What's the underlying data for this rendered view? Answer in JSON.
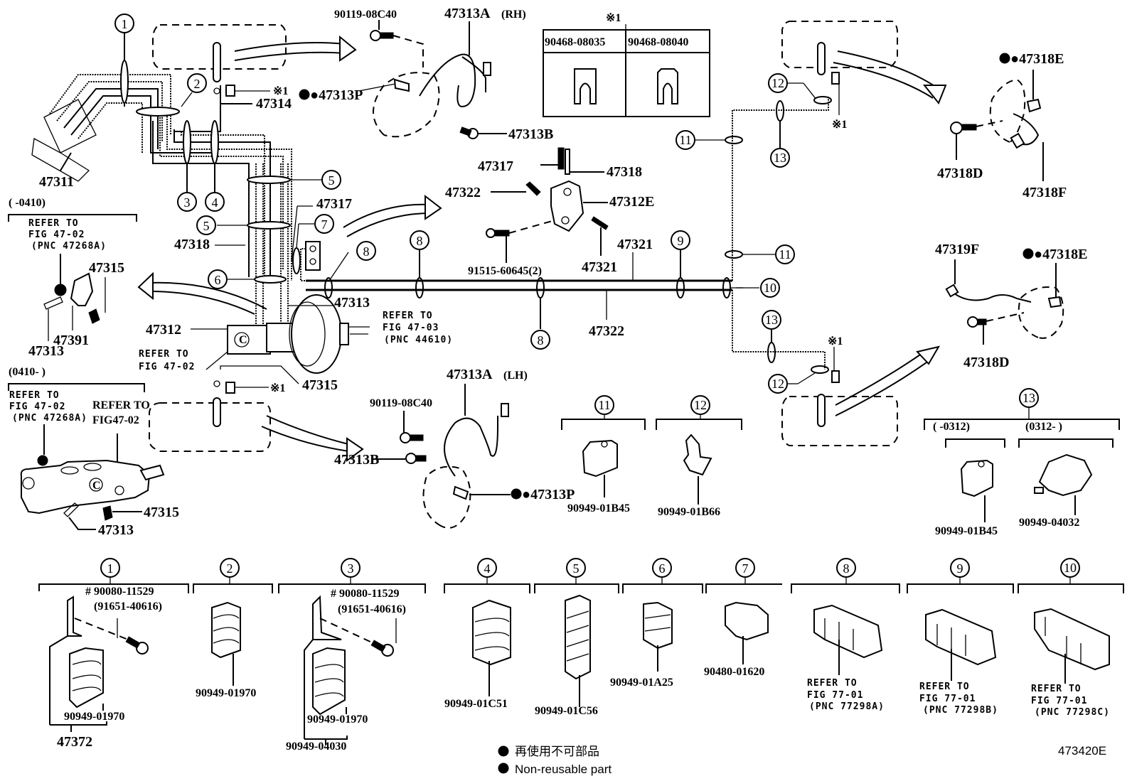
{
  "diagram": {
    "figure_id": "473420E",
    "legend": {
      "non_reusable_jp": "再使用不可部品",
      "non_reusable_en": "Non-reusable part",
      "bullet": "●"
    },
    "note_mark": "※1",
    "clip_table": {
      "note": "※1",
      "headers": [
        "90468-08035",
        "90468-08040"
      ]
    },
    "callouts": [
      "①",
      "②",
      "③",
      "④",
      "⑤",
      "⑥",
      "⑦",
      "⑧",
      "⑨",
      "⑩",
      "⑪",
      "⑫",
      "⑬"
    ],
    "main_labels": {
      "p47311": "47311",
      "p47314": "47314",
      "p47318": "47318",
      "p47317": "47317",
      "p47313": "47313",
      "p47312": "47312",
      "p47315": "47315",
      "p47321": "47321",
      "p47322": "47322",
      "p47312E": "47312E",
      "p47318b": "47318",
      "p47317b": "47317",
      "p47322b": "47322",
      "p47321b": "47321",
      "bolt_91515": "91515-60645(2)",
      "refer_47_02": [
        "REFER TO",
        "FIG 47-02"
      ],
      "refer_47_03": [
        "REFER TO",
        "FIG 47-03",
        "(PNC 44610)"
      ]
    },
    "rh_front": {
      "bolt": "90119-08C40",
      "hose": "47313A",
      "side": "(RH)",
      "clip": "●47313P",
      "union_bolt": "47313B"
    },
    "lh_front": {
      "bolt": "90119-08C40",
      "hose": "47313A",
      "side": "(LH)",
      "clip": "●47313P",
      "union_bolt": "47313B"
    },
    "rear_upper": {
      "clip": "●47318E",
      "bolt": "47318D",
      "hose": "47318F"
    },
    "rear_lower": {
      "tube": "47319F",
      "clip": "●47318E",
      "bolt": "47318D"
    },
    "mc_early": {
      "range": "(      -0410)",
      "refer": [
        "REFER TO",
        "FIG 47-02",
        "(PNC 47268A)"
      ],
      "labels": [
        "47315",
        "47391",
        "47313"
      ]
    },
    "mc_late": {
      "range": "(0410-      )",
      "refer": [
        "REFER TO",
        "FIG 47-02",
        "(PNC 47268A)"
      ],
      "refer2": [
        "REFER TO",
        "FIG47-02"
      ],
      "labels": [
        "47315",
        "47313"
      ]
    },
    "clamp_11": {
      "num": "⑪",
      "part": "90949-01B45"
    },
    "clamp_12": {
      "num": "⑫",
      "part": "90949-01B66"
    },
    "clamp_13": {
      "num": "⑬",
      "early_range": "(      -0312)",
      "late_range": "(0312-      )",
      "early_part": "90949-01B45",
      "late_part": "90949-04032"
    },
    "bottom_clamps": [
      {
        "num": "①",
        "parts": [
          "# 90080-11529",
          "(91651-40616)",
          "90949-01970"
        ],
        "assy": "47372"
      },
      {
        "num": "②",
        "parts": [
          "90949-01970"
        ]
      },
      {
        "num": "③",
        "parts": [
          "# 90080-11529",
          "(91651-40616)",
          "90949-01970"
        ],
        "assy": "90949-04030"
      },
      {
        "num": "④",
        "parts": [
          "90949-01C51"
        ]
      },
      {
        "num": "⑤",
        "parts": [
          "90949-01C56"
        ]
      },
      {
        "num": "⑥",
        "parts": [
          "90949-01A25"
        ]
      },
      {
        "num": "⑦",
        "parts": [
          "90480-01620"
        ]
      },
      {
        "num": "⑧",
        "refer": [
          "REFER TO",
          "FIG 77-01",
          "(PNC 77298A)"
        ]
      },
      {
        "num": "⑨",
        "refer": [
          "REFER TO",
          "FIG 77-01",
          "(PNC 77298B)"
        ]
      },
      {
        "num": "⑩",
        "refer": [
          "REFER TO",
          "FIG 77-01",
          "(PNC 77298C)"
        ]
      }
    ]
  }
}
